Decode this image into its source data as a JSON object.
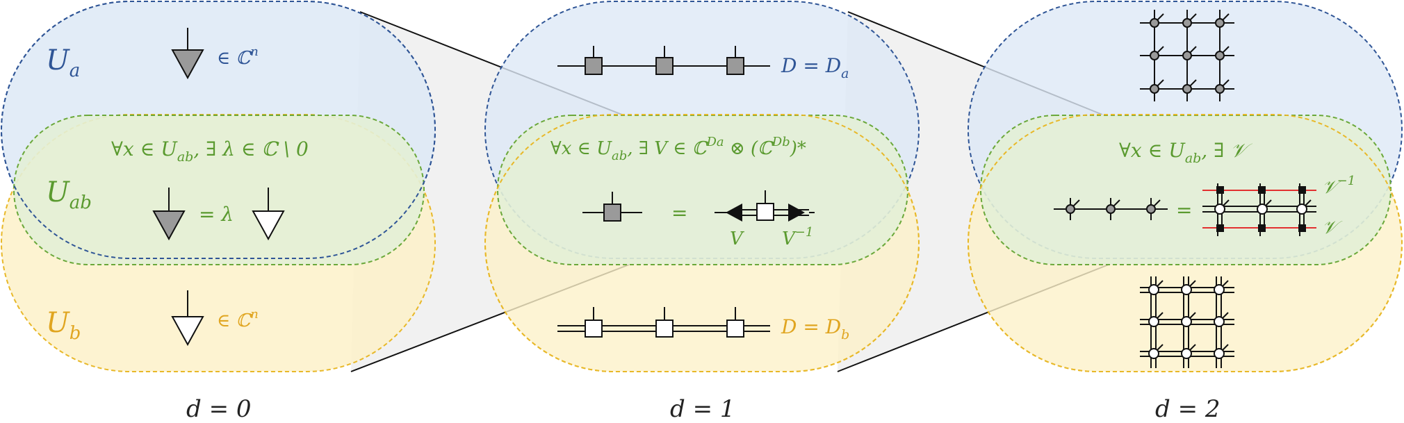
{
  "panels": [
    {
      "label": "d = 0",
      "blue": {
        "name": "U",
        "sub": "a",
        "note": "∈ ℂ",
        "note_sup": "n"
      },
      "green": {
        "name": "U",
        "sub": "ab",
        "statement": "∀x ∈ U",
        "statement_sub": "ab",
        "statement_tail": ", ∃ λ ∈ ℂ \\ 0",
        "relation": "= λ"
      },
      "orange": {
        "name": "U",
        "sub": "b",
        "note": "∈ ℂ",
        "note_sup": "n"
      }
    },
    {
      "label": "d = 1",
      "blue": {
        "note": "D = D",
        "note_sub": "a"
      },
      "green": {
        "statement": "∀x ∈ U",
        "statement_sub": "ab",
        "statement_tail": ", ∃ V ∈ ℂ",
        "statement_sup": "Da",
        "statement_tail2": " ⊗ (ℂ",
        "statement_sup2": "Db",
        "statement_tail3": ")*",
        "relation": "=",
        "v_label": "V",
        "vinv_label": "V",
        "vinv_sup": "−1"
      },
      "orange": {
        "note": "D = D",
        "note_sub": "b"
      }
    },
    {
      "label": "d = 2",
      "green": {
        "statement": "∀x ∈ U",
        "statement_sub": "ab",
        "statement_tail": ", ∃ 𝒱",
        "relation": "=",
        "vinv_label": "𝒱",
        "vinv_sup": "−1",
        "v_label": "𝒱"
      }
    }
  ],
  "colors": {
    "blue_fill": "#dde9f6",
    "blue_edge": "#2f5596",
    "green_fill": "#e3efd6",
    "green_edge": "#6aa83a",
    "orange_fill": "#fdf1c9",
    "orange_edge": "#e8b828",
    "gray_node": "#9a9a9a",
    "red_line": "#e23030",
    "funnel_fill": "#e6e6e6"
  }
}
